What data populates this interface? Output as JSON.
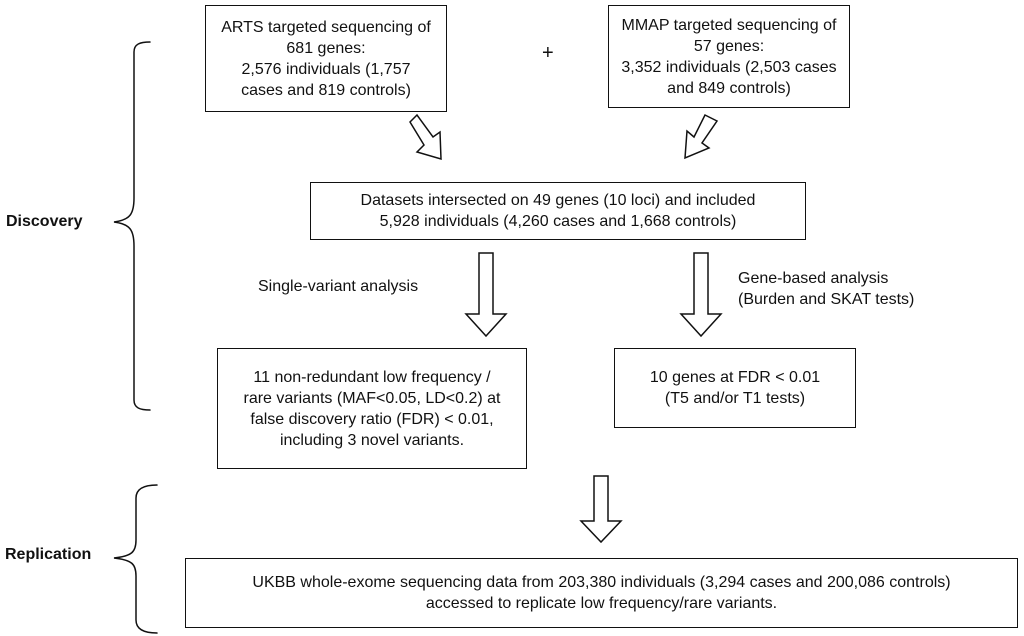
{
  "nodes": {
    "arts": {
      "text": "ARTS targeted sequencing of\n681 genes:\n2,576 individuals (1,757\ncases and 819 controls)"
    },
    "mmap": {
      "text": "MMAP targeted sequencing of\n57 genes:\n3,352 individuals (2,503 cases\nand 849 controls)"
    },
    "intersect": {
      "text": "Datasets intersected on 49 genes (10 loci) and included\n5,928 individuals (4,260 cases and 1,668 controls)"
    },
    "variants": {
      "text": "11 non-redundant low frequency /\nrare variants (MAF<0.05, LD<0.2) at\nfalse discovery ratio (FDR) < 0.01,\nincluding 3 novel variants."
    },
    "genes": {
      "text": "10 genes at FDR < 0.01\n(T5 and/or T1 tests)"
    },
    "replication": {
      "text": "UKBB whole-exome sequencing data from 203,380 individuals (3,294 cases and 200,086 controls)\naccessed to replicate low frequency/rare variants."
    }
  },
  "connector": {
    "plus": "+"
  },
  "edges": {
    "single_variant": "Single-variant analysis",
    "gene_based": "Gene-based analysis\n(Burden and SKAT tests)"
  },
  "phases": {
    "discovery": "Discovery",
    "replication": "Replication"
  }
}
